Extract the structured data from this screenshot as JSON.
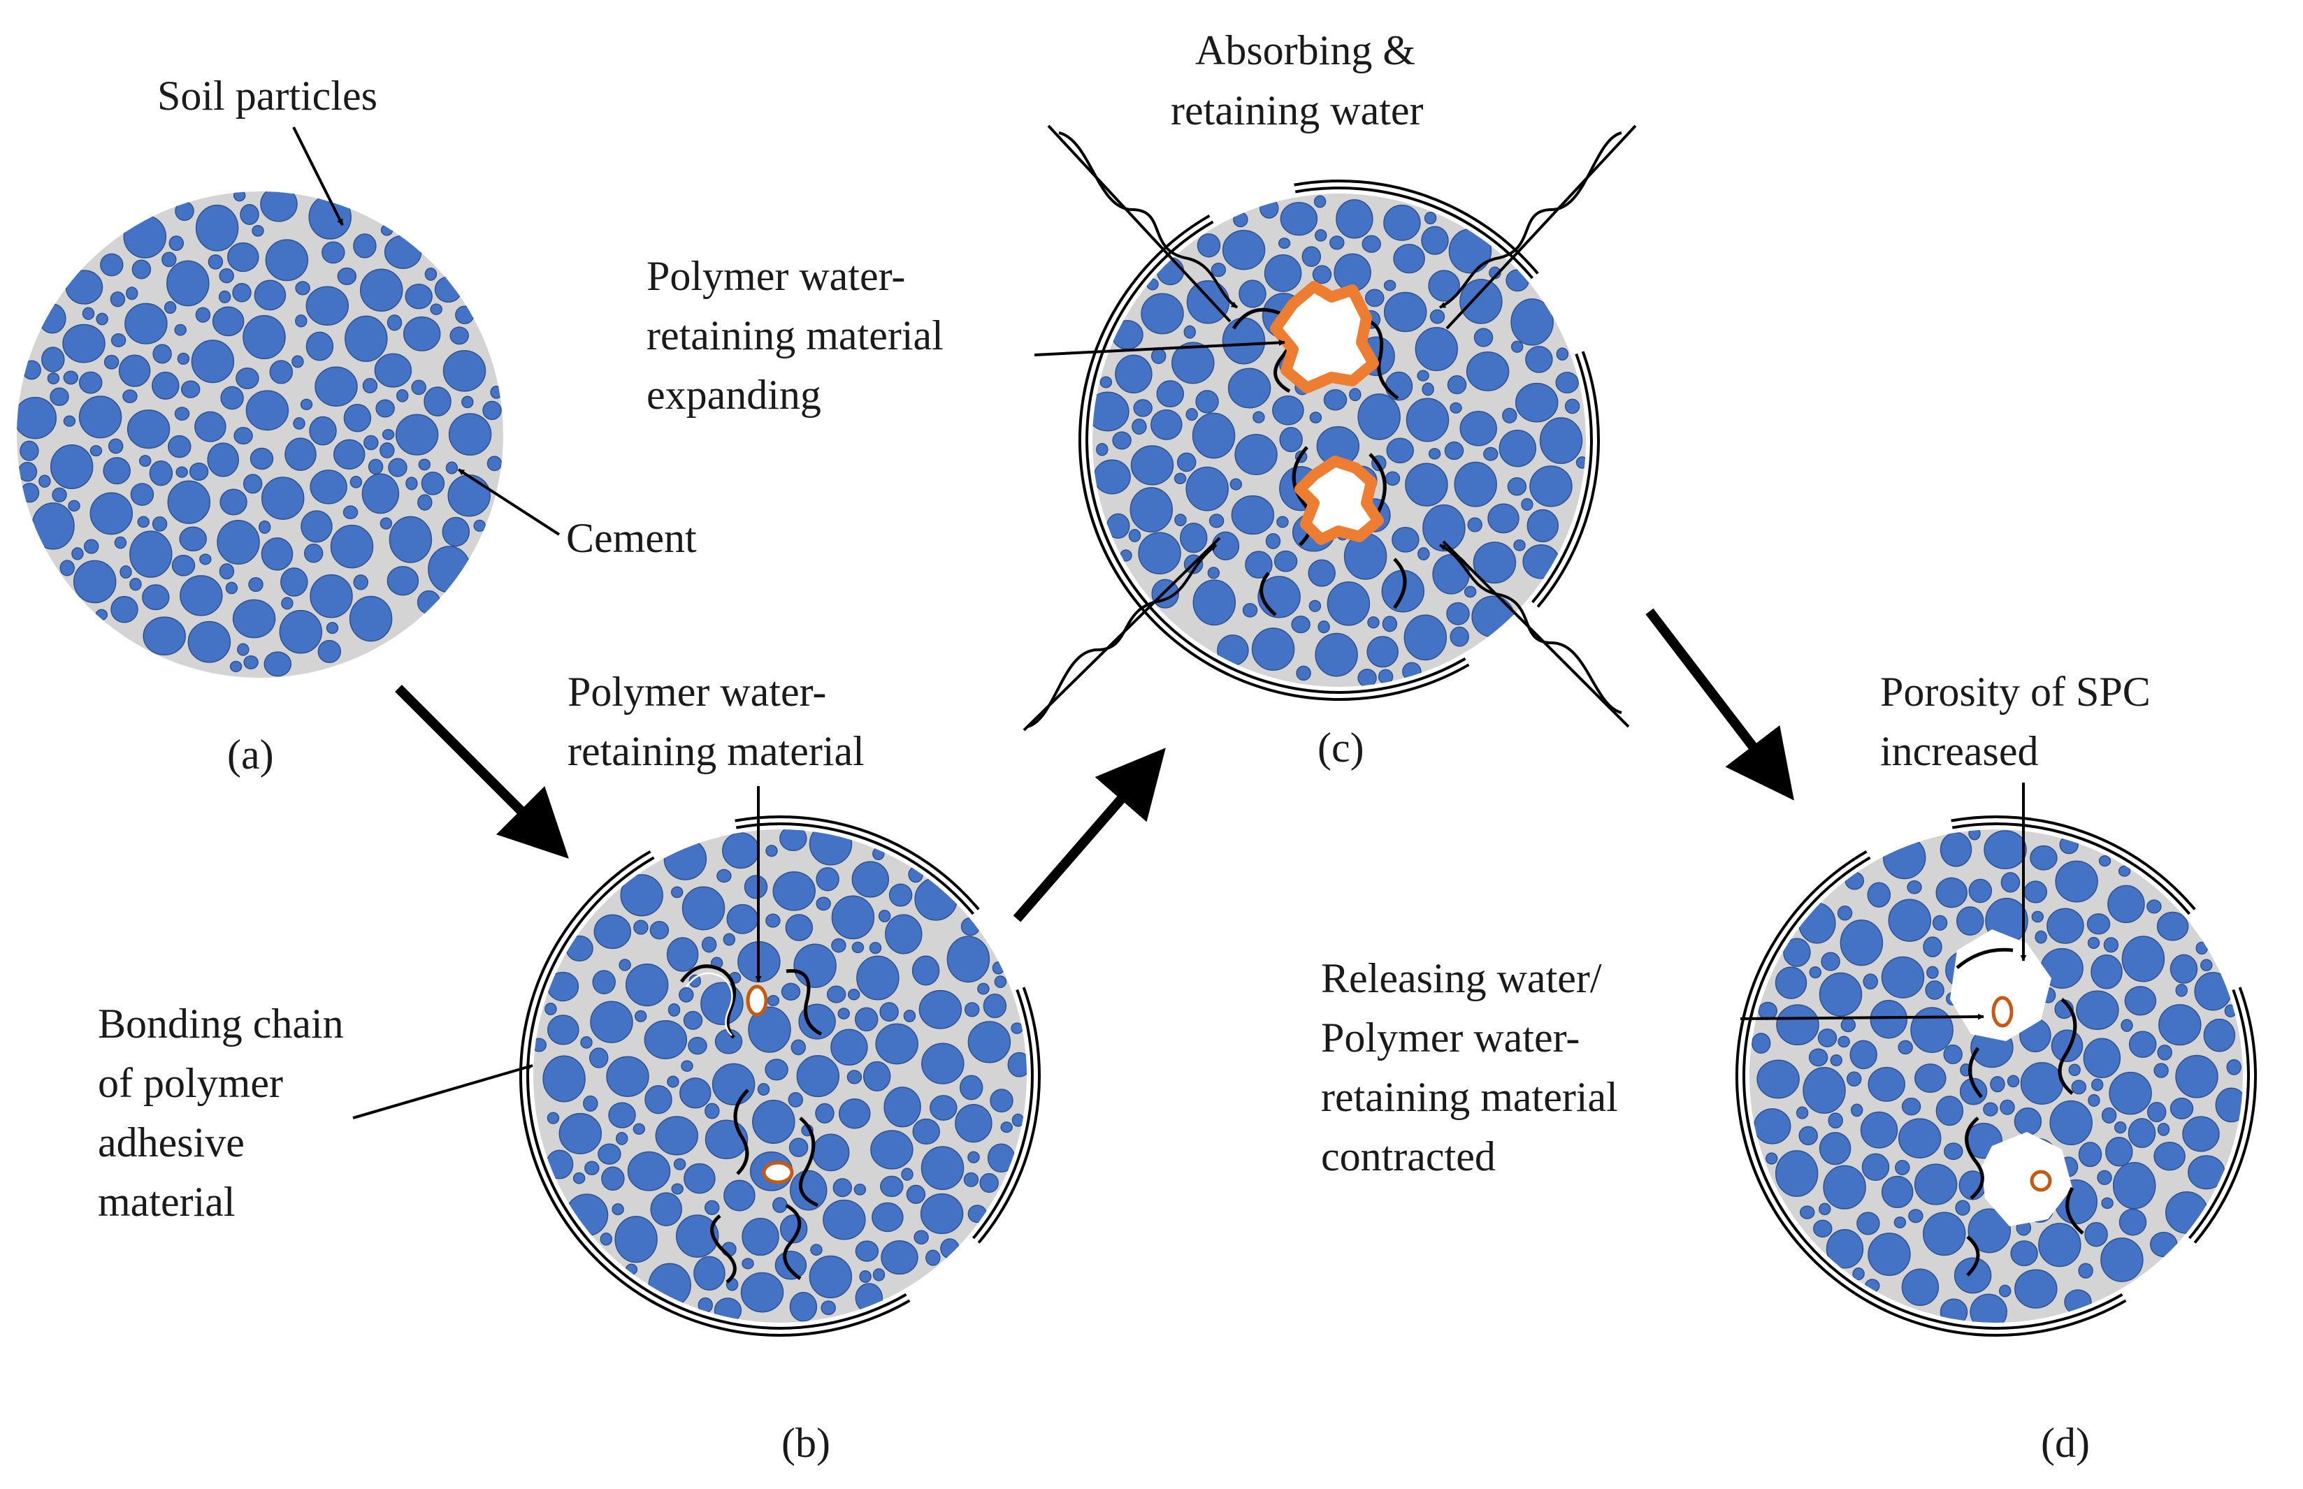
{
  "colors": {
    "particle": "#4472c4",
    "particle_stroke": "#2f528f",
    "matrix": "#d4d4d4",
    "polymer": "#c55a11",
    "swollen_polymer": "#ed7d31",
    "ink": "#000000"
  },
  "panels": [
    {
      "id": "a",
      "caption": "(a)",
      "labels": [
        "Soil particles",
        "Cement"
      ]
    },
    {
      "id": "b",
      "caption": "(b)",
      "labels": [
        "Polymer water-",
        "retaining material",
        "Bonding chain",
        "of polymer",
        "adhesive",
        "material"
      ]
    },
    {
      "id": "c",
      "caption": "(c)",
      "labels": [
        "Absorbing &",
        "retaining water",
        "Polymer water-",
        "retaining material",
        "expanding"
      ]
    },
    {
      "id": "d",
      "caption": "(d)",
      "labels": [
        "Porosity of SPC",
        "increased",
        "Releasing water/",
        "Polymer water-",
        "retaining material",
        "contracted"
      ]
    }
  ]
}
